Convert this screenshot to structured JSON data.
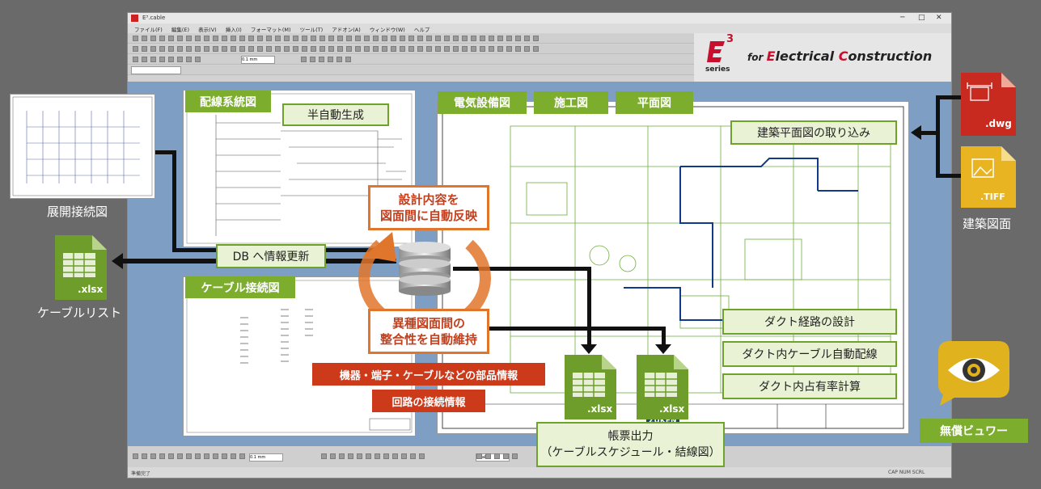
{
  "window": {
    "title": "E³.cable",
    "controls": [
      "─",
      "□",
      "✕"
    ],
    "menus": [
      "ファイル(F)",
      "編集(E)",
      "表示(V)",
      "挿入(I)",
      "フォーマット(M)",
      "ツール(T)",
      "アドオン(A)",
      "ウィンドウ(W)",
      "ヘルプ"
    ],
    "zoom_value": "0.1 mm",
    "font_value": "Arial",
    "status_left": "準備完了",
    "status_right": "CAP  NUM  SCRL"
  },
  "logo": {
    "sup": "3",
    "sub": "series",
    "tagline_for": "for ",
    "tagline_e": "E",
    "tagline_lectrical": "lectrical ",
    "tagline_c": "C",
    "tagline_onstruction": "onstruction"
  },
  "drawings": {
    "wiring_system": "配線系統図",
    "semi_auto": "半自動生成",
    "cable_connection": "ケーブル接続図",
    "electrical_equipment": "電気設備図",
    "construction": "施工図",
    "floor_plan": "平面図"
  },
  "features": {
    "import_plan": "建築平面図の取り込み",
    "duct_route": "ダクト経路の設計",
    "duct_cable": "ダクト内ケーブル自動配線",
    "duct_ratio": "ダクト内占有率計算"
  },
  "db": {
    "update": "DB へ情報更新",
    "reflect_line1": "設計内容を",
    "reflect_line2": "図面間に自動反映",
    "consistency_line1": "異種図面間の",
    "consistency_line2": "整合性を自動維持",
    "parts_info": "機器・端子・ケーブルなどの部品情報",
    "circuit_info": "回路の接続情報"
  },
  "left": {
    "expanded_diagram": "展開接続図",
    "xlsx_label": ".xlsx",
    "cable_list": "ケーブルリスト"
  },
  "right": {
    "dwg_label": ".dwg",
    "tiff_label": ".TIFF",
    "arch_drawing": "建築図面",
    "viewer": "無償ビュワー"
  },
  "output": {
    "xlsx_1": ".xlsx",
    "xlsx_2": ".xlsx",
    "report_line1": "帳票出力",
    "report_line2": "（ケーブルスケジュール・結線図）",
    "zuken": "ZUKEN"
  },
  "colors": {
    "green": "#7cad2d",
    "red": "#cc3a1a",
    "orange": "#e0762c",
    "workspace": "#7f9ec4"
  }
}
